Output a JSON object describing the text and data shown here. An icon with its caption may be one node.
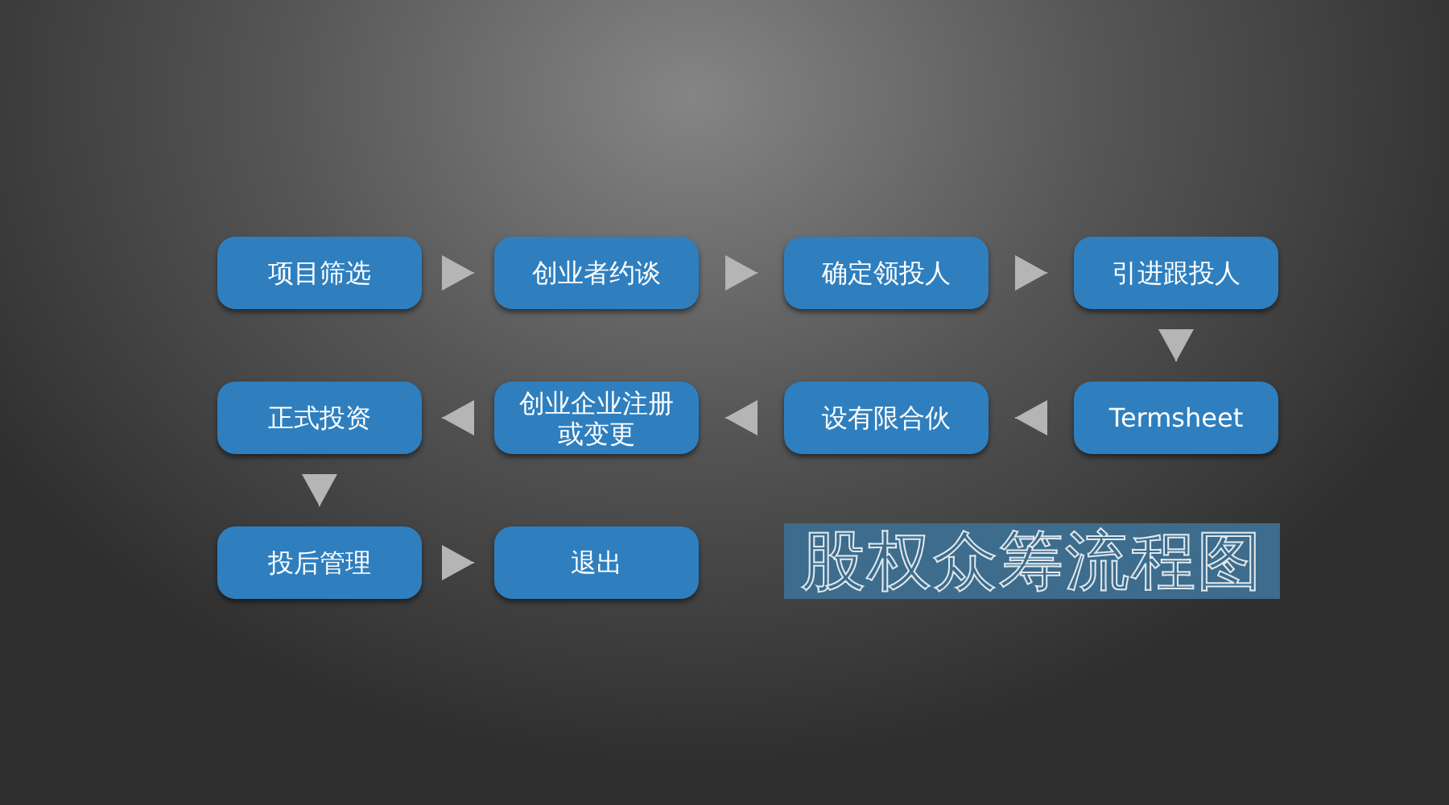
{
  "diagram": {
    "title": "股权众筹流程图",
    "nodes": [
      {
        "text": [
          "项目筛选"
        ]
      },
      {
        "text": [
          "创业者约谈"
        ]
      },
      {
        "text": [
          "确定领投人"
        ]
      },
      {
        "text": [
          "引进跟投人"
        ]
      },
      {
        "text": [
          "Termsheet"
        ]
      },
      {
        "text": [
          "设有限合伙"
        ]
      },
      {
        "text": [
          "创业企业注册或变更"
        ]
      },
      {
        "text": [
          "正式投资"
        ]
      },
      {
        "text": [
          "投后管理"
        ]
      },
      {
        "text": [
          "退出"
        ]
      }
    ],
    "edges": [
      {
        "from": 0,
        "to": 1,
        "arrow": "to"
      },
      {
        "from": 1,
        "to": 2,
        "arrow": "to"
      },
      {
        "from": 2,
        "to": 3,
        "arrow": "to"
      },
      {
        "from": 3,
        "to": 4,
        "arrow": "to"
      },
      {
        "from": 4,
        "to": 5,
        "arrow": "to"
      },
      {
        "from": 5,
        "to": 6,
        "arrow": "to"
      },
      {
        "from": 6,
        "to": 7,
        "arrow": "to"
      },
      {
        "from": 7,
        "to": 8,
        "arrow": "to"
      },
      {
        "from": 8,
        "to": 9,
        "arrow": "to"
      }
    ]
  }
}
